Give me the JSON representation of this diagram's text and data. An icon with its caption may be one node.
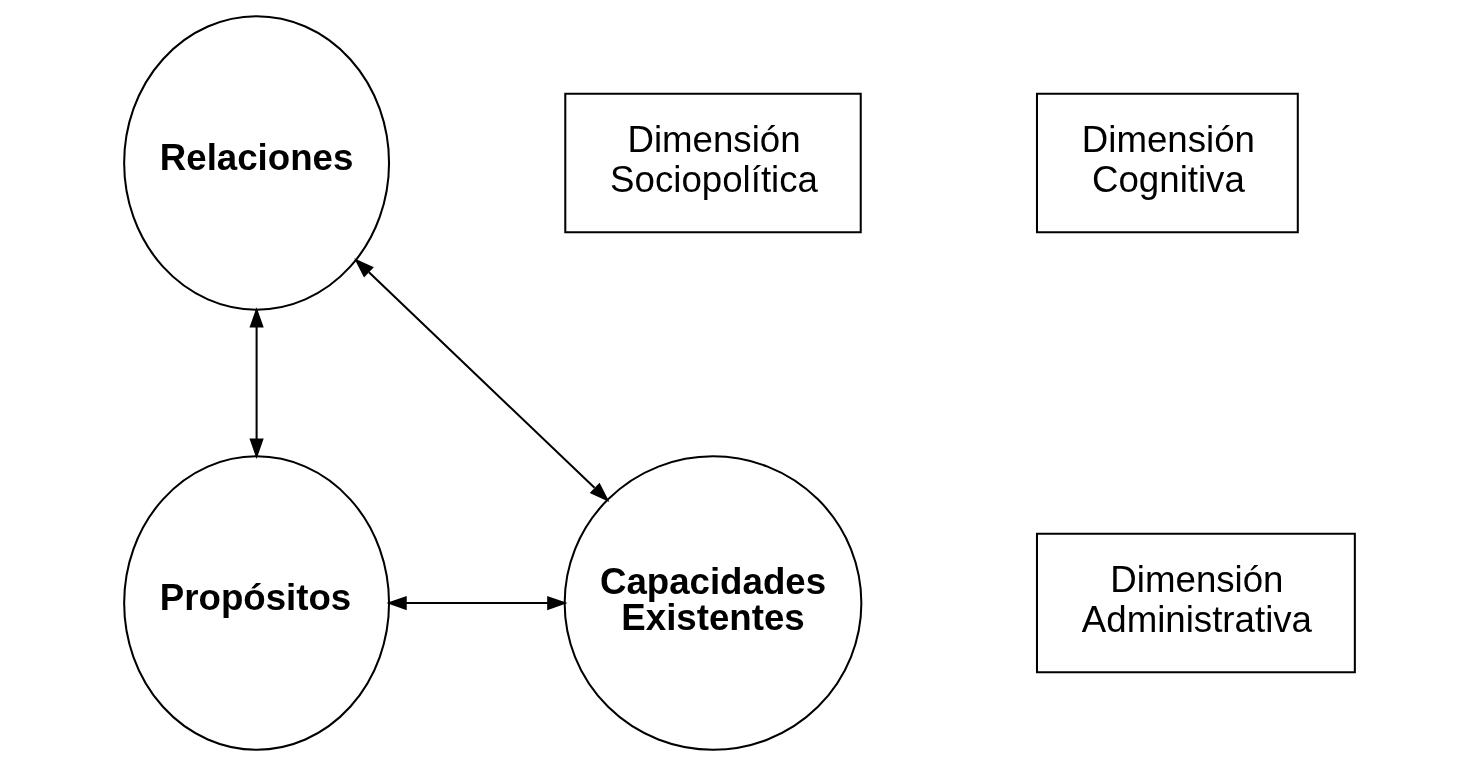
{
  "diagram": {
    "nodes": [
      {
        "text": [
          "Relaciones"
        ]
      },
      {
        "text": [
          "Dimensión Sociopolítica"
        ]
      },
      {
        "text": [
          "Dimensión Cognitiva"
        ]
      },
      {
        "text": [
          "Propósitos"
        ]
      },
      {
        "text": [
          "Capacidades Existentes"
        ]
      },
      {
        "text": [
          "Dimensión Administrativa"
        ]
      }
    ],
    "edges": [
      {
        "from": 3,
        "to": 0,
        "arrow": "both"
      },
      {
        "from": 0,
        "to": 4,
        "arrow": "both"
      },
      {
        "from": 3,
        "to": 4,
        "arrow": "both"
      }
    ]
  }
}
